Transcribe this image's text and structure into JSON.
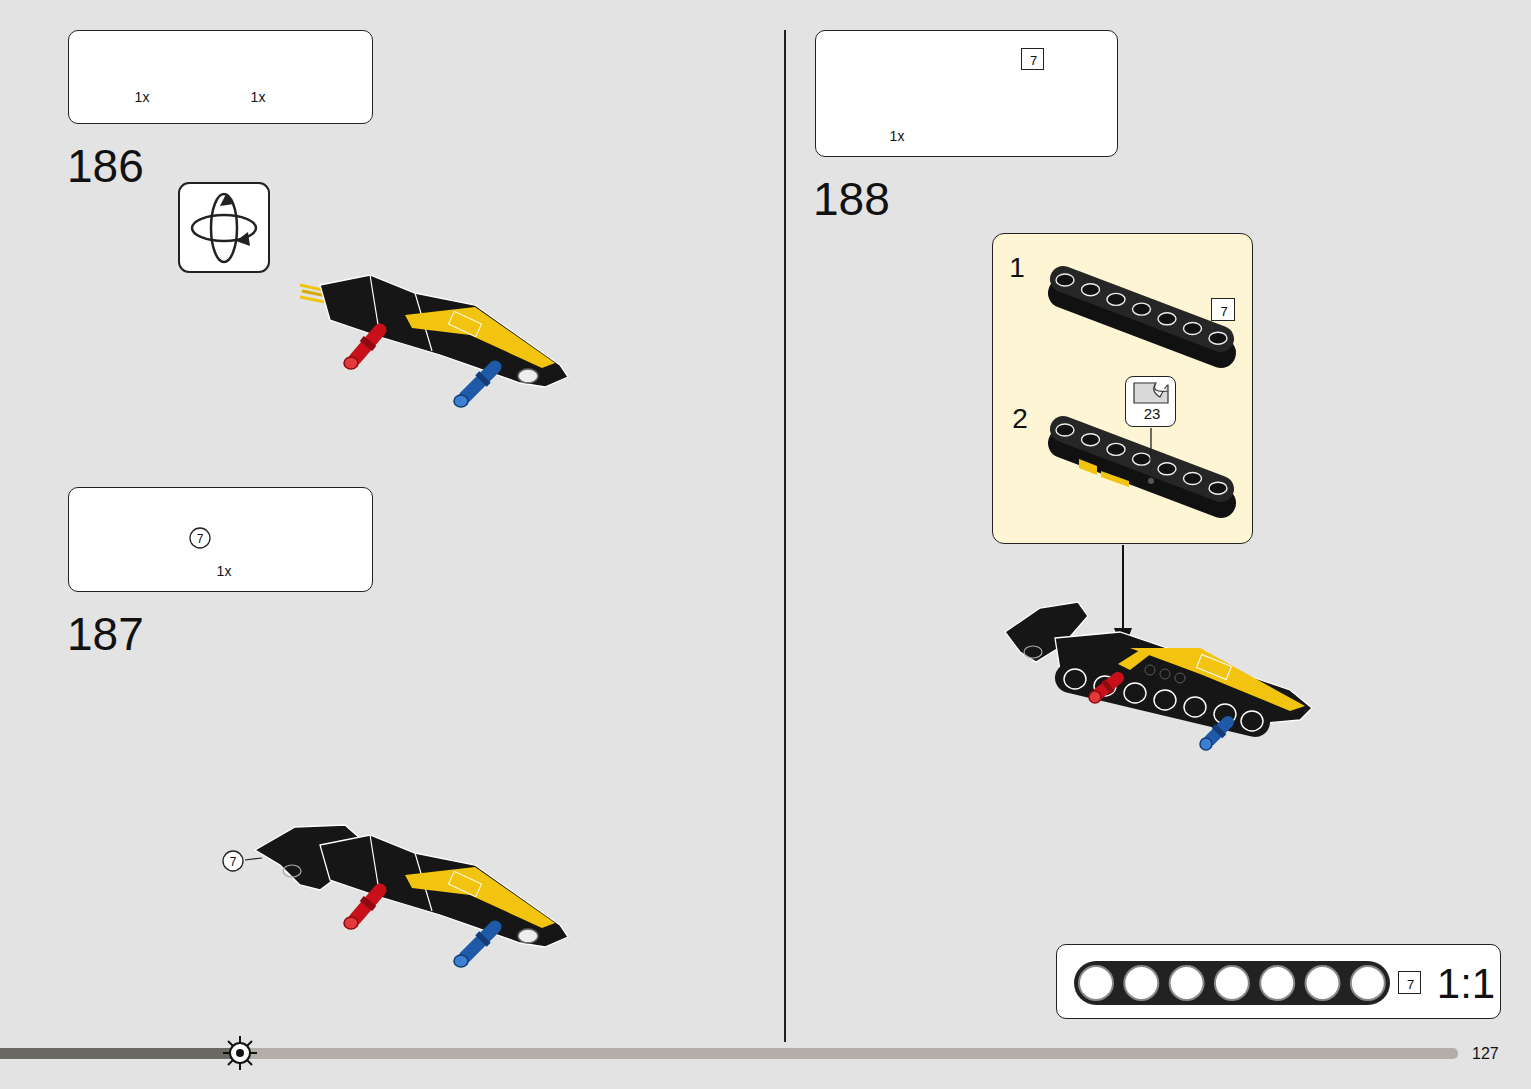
{
  "diagram": {
    "nodes": [
      {
        "text": [
          "1x",
          "1x"
        ]
      },
      {
        "text": [
          "1x"
        ]
      },
      {
        "text": [
          "7"
        ],
        "in": 1
      },
      {
        "text": [
          "7"
        ]
      },
      {
        "text": [
          "1x"
        ]
      },
      {
        "text": [
          "7"
        ],
        "in": 4
      },
      {
        "text": [
          "1",
          "2"
        ]
      },
      {
        "text": [
          "7"
        ],
        "in": 6
      },
      {
        "text": [
          "23"
        ],
        "in": 6
      },
      {
        "text": [
          "1:1"
        ]
      },
      {
        "text": [
          "7"
        ],
        "in": 9
      }
    ],
    "labels": [
      "186",
      "187",
      "188",
      "127"
    ]
  }
}
